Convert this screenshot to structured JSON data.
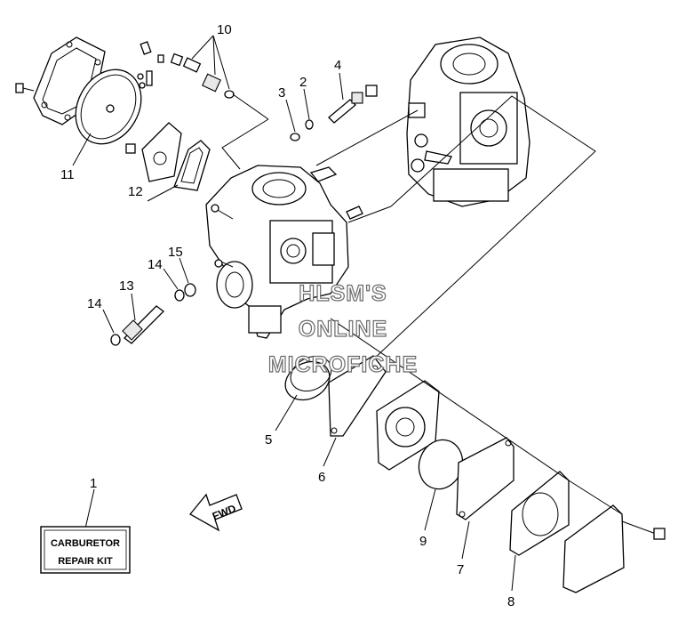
{
  "callouts": {
    "c1": "1",
    "c2": "2",
    "c3": "3",
    "c4": "4",
    "c5": "5",
    "c6": "6",
    "c7": "7",
    "c8": "8",
    "c9": "9",
    "c10": "10",
    "c11": "11",
    "c12": "12",
    "c13": "13",
    "c14a": "14",
    "c14b": "14",
    "c15": "15"
  },
  "repair_kit": {
    "line1": "CARBURETOR",
    "line2": "REPAIR KIT"
  },
  "fwd_label": "FWD",
  "watermark": {
    "line1": "HLSM'S",
    "line2": "ONLINE",
    "line3": "MICROFICHE"
  },
  "colors": {
    "ink": "#000000",
    "paper": "#ffffff",
    "watermark_outline": "#6a6a6a"
  }
}
